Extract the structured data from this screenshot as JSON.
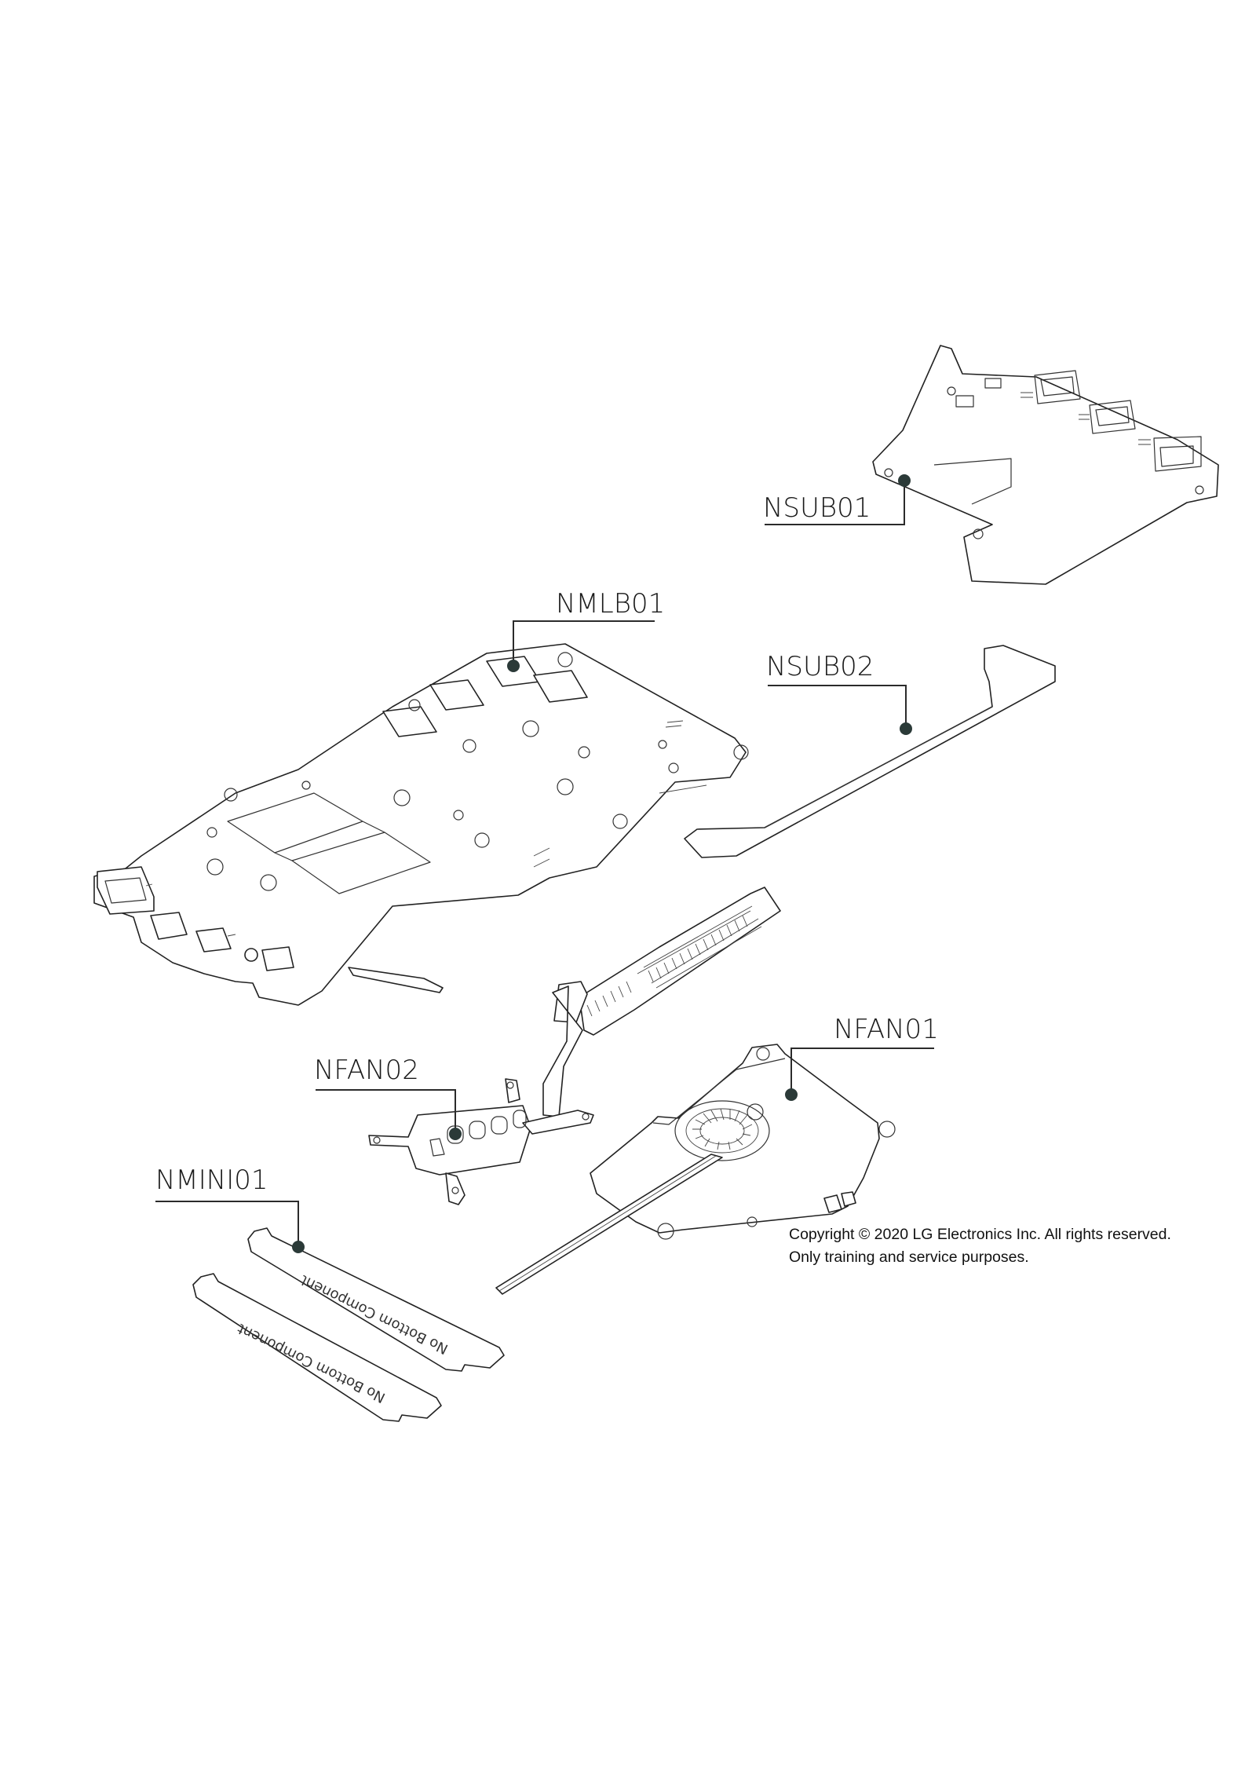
{
  "callouts": {
    "nsub01": "NSUB01",
    "nmlb01": "NMLB01",
    "nsub02": "NSUB02",
    "nfan01": "NFAN01",
    "nfan02": "NFAN02",
    "nmini01": "NMINI01"
  },
  "ssd_label": "No Bottom Component",
  "copyright": {
    "line1": "Copyright © 2020 LG Electronics Inc. All rights reserved.",
    "line2": "Only training and service purposes."
  }
}
